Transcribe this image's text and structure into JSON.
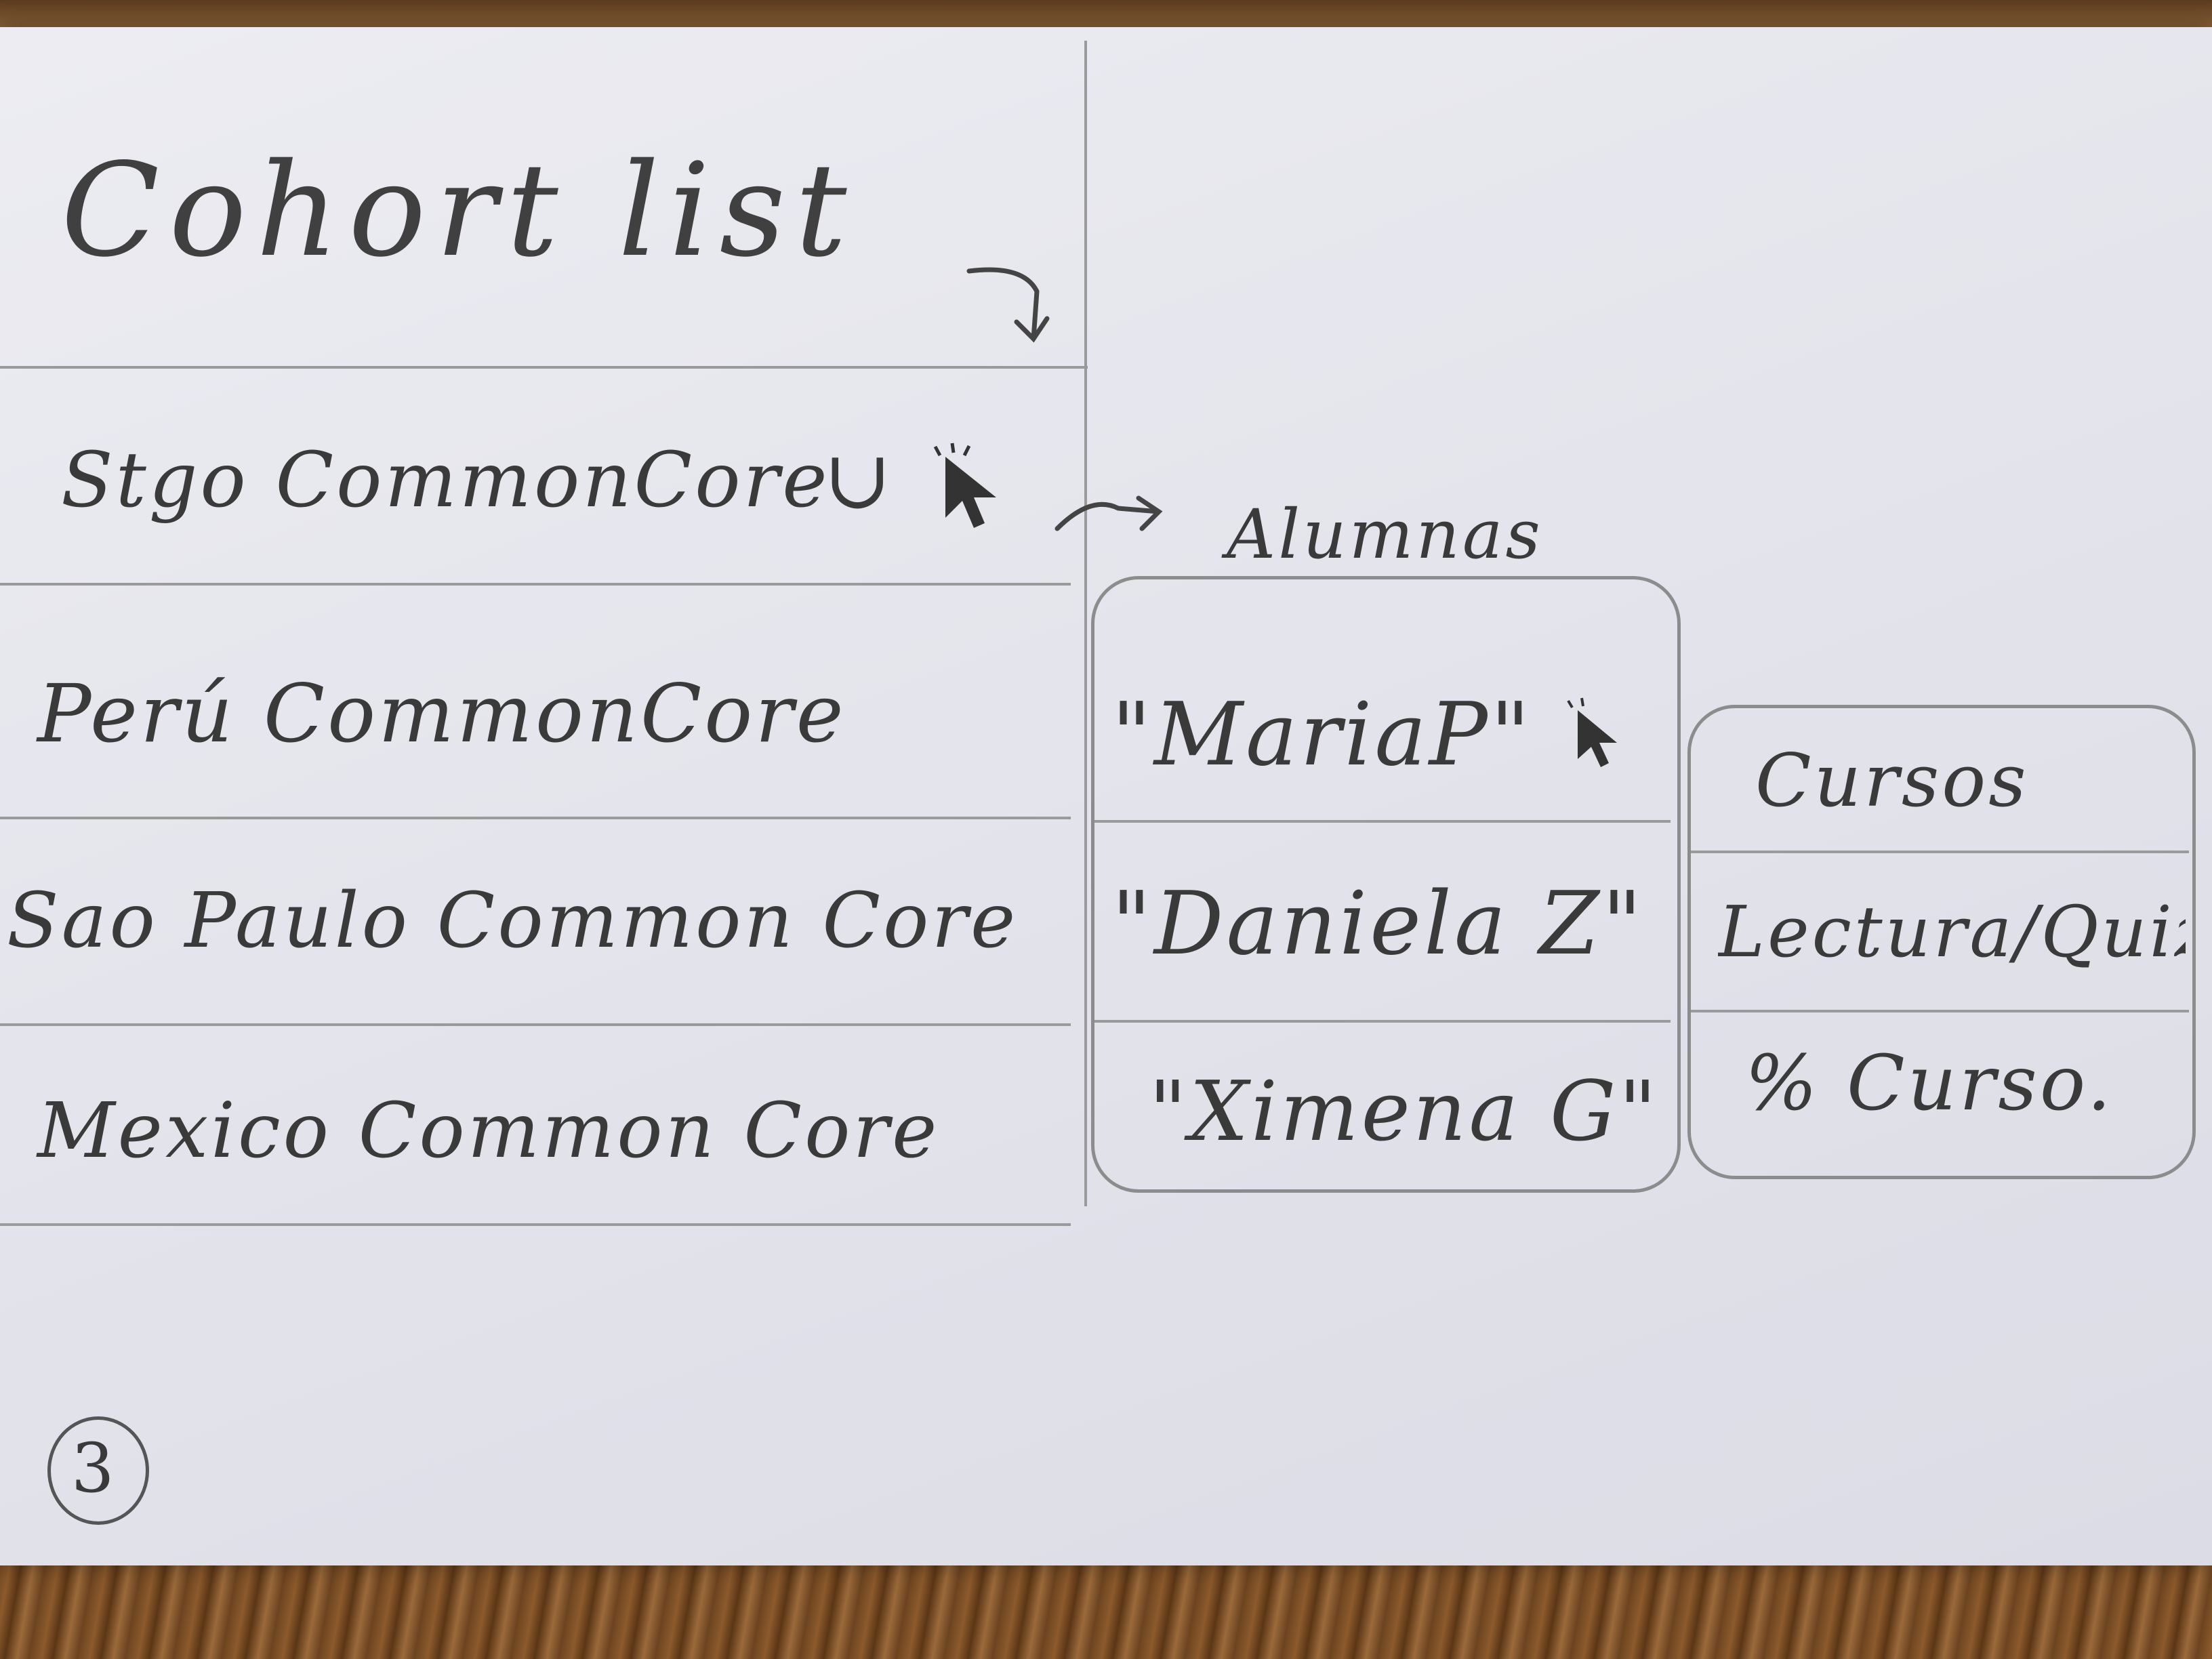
{
  "cohort_panel": {
    "title": "Cohort list",
    "items": [
      {
        "label": "Stgo CommonCore",
        "smiley": "∪"
      },
      {
        "label": "Perú CommonCore"
      },
      {
        "label": "Sao Paulo Common Core"
      },
      {
        "label": "Mexico Common Core"
      }
    ]
  },
  "alumnas_panel": {
    "title": "Alumnas",
    "items": [
      {
        "label": "\"MariaP\""
      },
      {
        "label": "\"Daniela Z\""
      },
      {
        "label": "\"Ximena G\""
      }
    ]
  },
  "cursos_panel": {
    "title": "Cursos",
    "items": [
      {
        "label": "Lectura/Quiz"
      },
      {
        "label": "% Curso."
      }
    ]
  },
  "page_number": "3",
  "icons": [
    "arrow-down-right-icon",
    "cursor-icon",
    "arrow-right-icon",
    "smiley-icon"
  ]
}
